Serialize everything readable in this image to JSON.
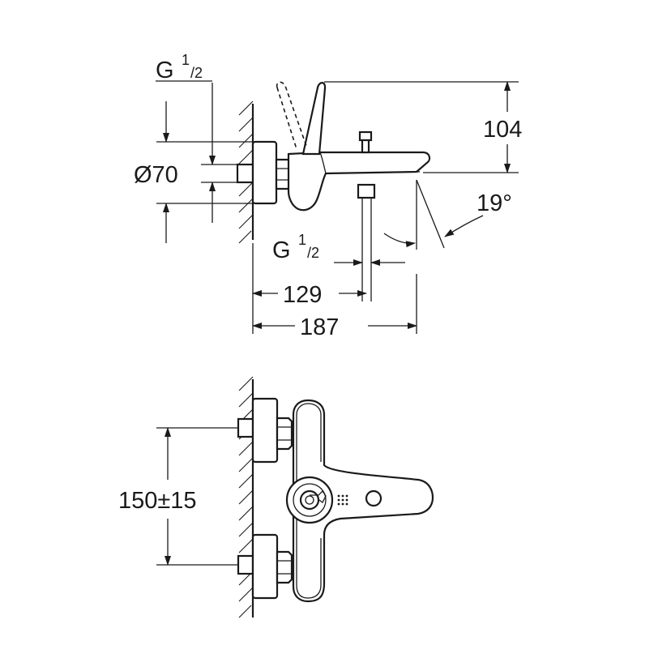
{
  "side_view": {
    "inlet_thread_top": {
      "main": "G",
      "sup": "1",
      "sub": "/2"
    },
    "diameter": "Ø70",
    "height_dim": "104",
    "angle": "19°",
    "outlet_thread": {
      "main": "G",
      "sup": "1",
      "sub": "/2"
    },
    "depth_to_outlet": "129",
    "total_depth": "187"
  },
  "front_view": {
    "centers": "150±15"
  }
}
